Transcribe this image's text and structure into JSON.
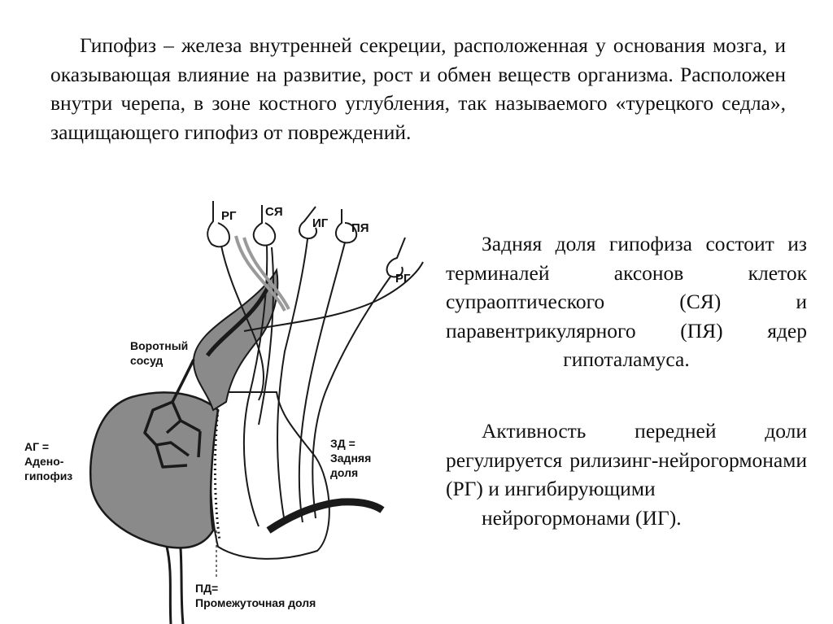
{
  "intro": {
    "text": "Гипофиз – железа внутренней секреции, расположенная у основания мозга, и оказывающая влияние на развитие, рост и обмен веществ организма. Расположен внутри черепа, в зоне костного углубления, так называемого «турецкого седла», защищающего гипофиз от повреждений."
  },
  "posterior_text": "Задняя доля гипофиза состоит из терминалей аксонов клеток супраоптического (СЯ) и паравентрикулярного (ПЯ) ядер гипоталамуса.",
  "anterior_text": {
    "main": "Активность передней доли регулируется рилизинг-нейрогормонами (РГ) и ингибирующими",
    "last": "нейрогормонами (ИГ)."
  },
  "diagram": {
    "labels": {
      "rg_top": "РГ",
      "sya": "СЯ",
      "ig": "ИГ",
      "pya": "ПЯ",
      "rg_right": "РГ",
      "portal_line1": "Воротный",
      "portal_line2": "сосуд",
      "ag_line1": "АГ =",
      "ag_line2": "Адено-",
      "ag_line3": "гипофиз",
      "zd_line1": "ЗД =",
      "zd_line2": "Задняя",
      "zd_line3": "доля",
      "pd_line1": "ПД=",
      "pd_line2": "Промежуточная доля"
    },
    "colors": {
      "lobe_fill": "#8a8a8a",
      "line": "#1a1a1a"
    }
  }
}
